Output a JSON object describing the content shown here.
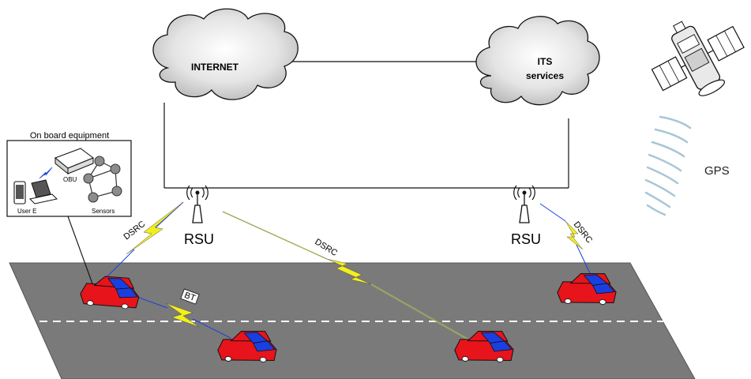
{
  "clouds": {
    "internet": "INTERNET",
    "its_line1": "ITS",
    "its_line2": "services"
  },
  "rsu": {
    "left": "RSU",
    "right": "RSU"
  },
  "gps": "GPS",
  "onboard": {
    "title": "On board equipment",
    "obu": "OBU",
    "user": "User E",
    "sensors": "Sensors"
  },
  "links": {
    "dsrc_left": "DSRC",
    "dsrc_middle": "DSRC",
    "dsrc_right": "DSRC",
    "bt": "BT"
  },
  "colors": {
    "road": "#7a7a7a",
    "car_body": "#e8141b",
    "car_window": "#1a3fe0",
    "lightning": "#f2ef1a",
    "signal_wave": "#a9c6d6"
  }
}
